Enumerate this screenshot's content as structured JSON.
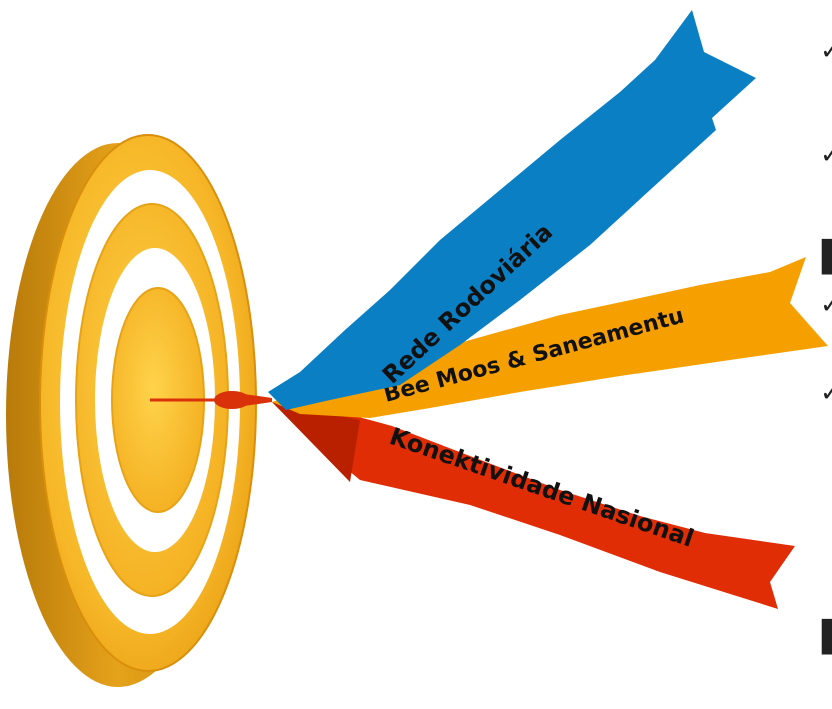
{
  "ribbons": {
    "road": {
      "label": "Rede Rodoviária",
      "color": "#0b7fc4"
    },
    "water": {
      "label": "Bee Moos & Saneamentu",
      "color": "#f5a000"
    },
    "connectivity": {
      "label": "Konektividade Nasional",
      "color": "#e02d06"
    }
  },
  "target": {
    "outer_color": "#f3b52a",
    "ring_color": "#ffffff",
    "dart_color": "#d9320a"
  },
  "edge_glyphs": [
    "✓",
    "✓",
    "▌",
    "✓",
    "✓",
    "▌"
  ]
}
